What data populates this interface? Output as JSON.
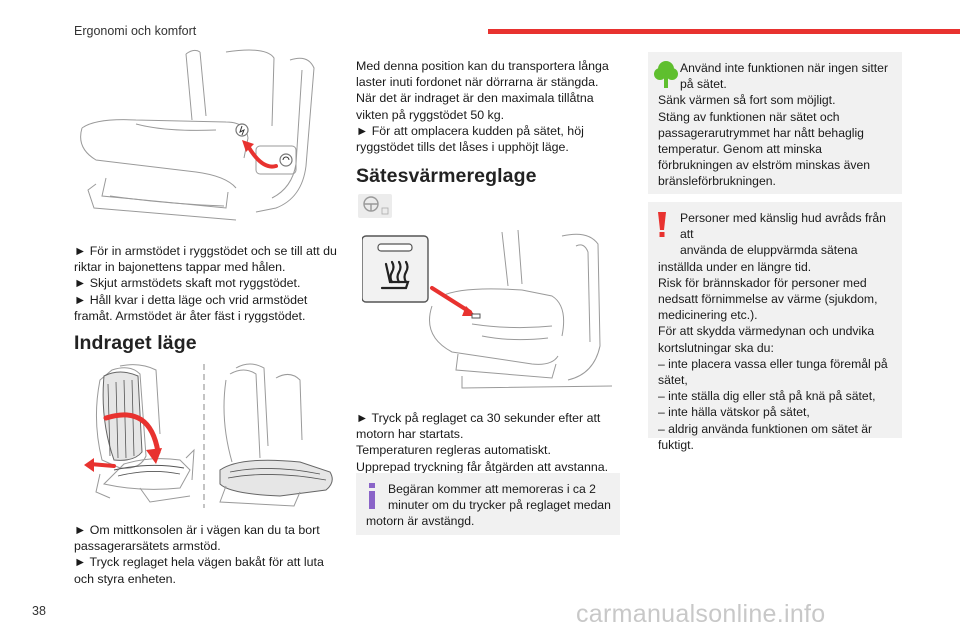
{
  "header": {
    "title": "Ergonomi och komfort",
    "accent_color": "#e8322f"
  },
  "page_number": "38",
  "watermark": "carmanualsonline.info",
  "col1": {
    "instructions_1": [
      "► För in armstödet i ryggstödet och se till att du",
      "riktar in bajonettens tappar med hålen.",
      "► Skjut armstödets skaft mot ryggstödet.",
      "► Håll kvar i detta läge och vrid armstödet",
      "framåt. Armstödet är åter fäst i ryggstödet."
    ],
    "heading_indraget": "Indraget läge",
    "instructions_2": [
      "► Om mittkonsolen är i vägen kan du ta bort",
      "passagerarsätets armstöd.",
      "► Tryck reglaget hela vägen bakåt för att luta",
      "och styra enheten."
    ]
  },
  "col2": {
    "intro": [
      "Med denna position kan du transportera långa",
      "laster inuti fordonet när dörrarna är stängda.",
      "När det är indraget är den maximala tillåtna",
      "vikten på ryggstödet 50 kg.",
      "► För att omplacera kudden på sätet, höj",
      "ryggstödet tills det låses i upphöjt läge."
    ],
    "heading_satesvarme": "Sätesvärmereglage",
    "instructions": [
      "► Tryck på reglaget ca 30 sekunder efter att",
      "motorn har startats.",
      "Temperaturen regleras automatiskt.",
      "Upprepad tryckning får åtgärden att avstanna."
    ],
    "info_box": [
      "Begäran kommer att memoreras i ca 2",
      "minuter om du trycker på reglaget medan",
      "motorn är avstängd."
    ],
    "info_icon_color": "#8a64c8"
  },
  "col3": {
    "eco_box": [
      "Använd inte funktionen när ingen sitter",
      "på sätet.",
      "Sänk värmen så fort som möjligt.",
      "Stäng av funktionen när sätet och",
      "passagerarutrymmet har nått behaglig",
      "temperatur. Genom att minska",
      "förbrukningen av elström minskas även",
      "bränsleförbrukningen."
    ],
    "eco_icon_color": "#5fbf2e",
    "warning_box": [
      "Personer med känslig hud avråds från att",
      "använda de eluppvärmda sätena",
      "inställda under en längre tid.",
      "Risk för brännskador för personer med",
      "nedsatt förnimmelse av värme (sjukdom,",
      "medicinering etc.).",
      "För att skydda värmedynan och undvika",
      "kortslutningar ska du:",
      "–  inte placera vassa eller tunga föremål på",
      "sätet,",
      "–  inte ställa dig eller stå på knä på sätet,",
      "–  inte hälla vätskor på sätet,",
      "–  aldrig använda funktionen om sätet är",
      "fuktigt."
    ],
    "warning_icon_color": "#e8322f"
  }
}
